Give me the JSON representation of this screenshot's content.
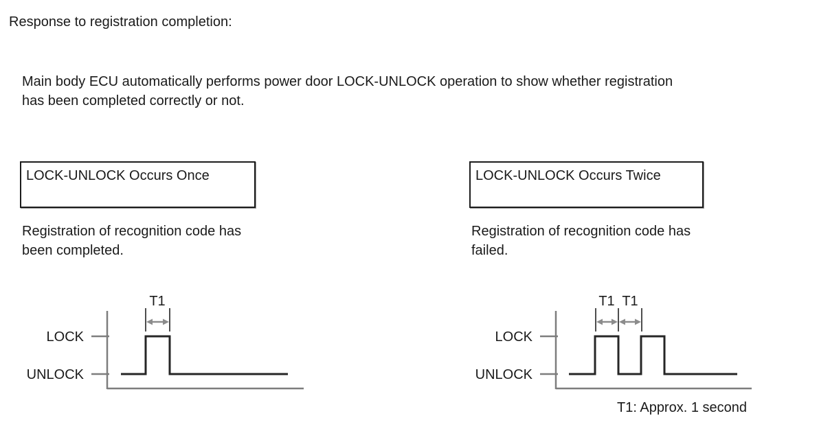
{
  "title": "Response to registration completion:",
  "intro": {
    "lines": [
      "Main body ECU automatically performs power door LOCK-UNLOCK operation to show whether registration",
      "has been completed correctly or not."
    ]
  },
  "left_panel": {
    "box_label": "LOCK-UNLOCK Occurs Once",
    "caption_lines": [
      "Registration of recognition code has",
      "been completed."
    ],
    "diagram": {
      "lock_label": "LOCK",
      "unlock_label": "UNLOCK",
      "t1_label": "T1",
      "pulse_count": 1,
      "pulse_width": "T1",
      "signal_levels": [
        "LOCK",
        "UNLOCK"
      ],
      "meaning": "Registration completed"
    }
  },
  "right_panel": {
    "box_label": "LOCK-UNLOCK Occurs Twice",
    "caption_lines": [
      "Registration of recognition code has",
      "failed."
    ],
    "diagram": {
      "lock_label": "LOCK",
      "unlock_label": "UNLOCK",
      "t1_labels": [
        "T1",
        "T1"
      ],
      "pulse_count": 2,
      "pulse_width": "T1",
      "gap_width": "T1",
      "signal_levels": [
        "LOCK",
        "UNLOCK"
      ],
      "meaning": "Registration failed"
    }
  },
  "note": "T1: Approx. 1 second",
  "colors": {
    "background": "#ffffff",
    "text": "#1a1a1a",
    "waveform": "#262626",
    "axis": "#7d7d7d",
    "extension_line": "#4d4d4d",
    "dimension_arrow": "#8c8c8c",
    "box_border": "#1c1c1c"
  }
}
